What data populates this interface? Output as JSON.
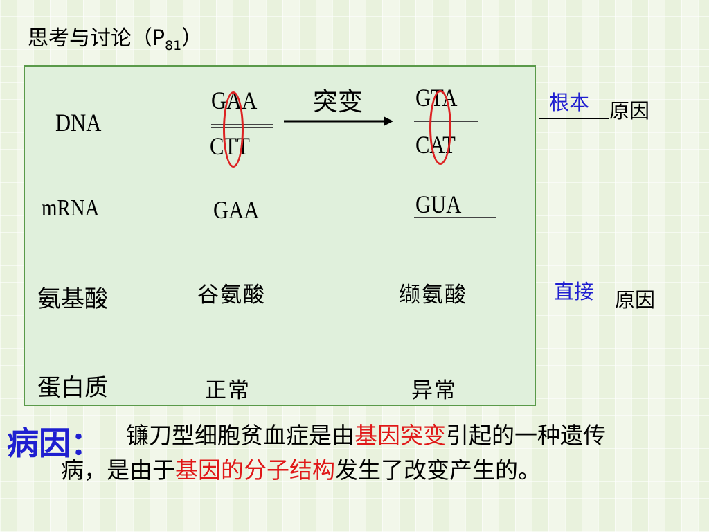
{
  "title": {
    "main": "思考与讨论（P",
    "sub": "81",
    "close": "）"
  },
  "table": {
    "dna_label": "DNA",
    "mrna_label": "mRNA",
    "amino_label": "氨基酸",
    "protein_label": "蛋白质",
    "normal": {
      "dna_top": "GAA",
      "dna_bottom": "CTT",
      "mrna": "GAA",
      "amino": "谷氨酸",
      "protein": "正常"
    },
    "mutant": {
      "dna_top": "GTA",
      "dna_bottom": "CAT",
      "mrna": "GUA",
      "amino": "缬氨酸",
      "protein": "异常"
    },
    "mutation_label": "突变"
  },
  "side": {
    "root_answer": "根本",
    "root_suffix": "原因",
    "direct_answer": "直接",
    "direct_suffix": "原因"
  },
  "cause": {
    "label": "病因：",
    "part1": "镰刀型细胞贫血症是由",
    "highlight1": "基因突变",
    "part2": "引起的一种遗传病，是由于",
    "highlight2": "基因的分子结构",
    "part3": "发生了改变产生的。"
  },
  "colors": {
    "answer": "#1f1fd0",
    "highlight": "#e01818",
    "oval": "#d22222"
  }
}
